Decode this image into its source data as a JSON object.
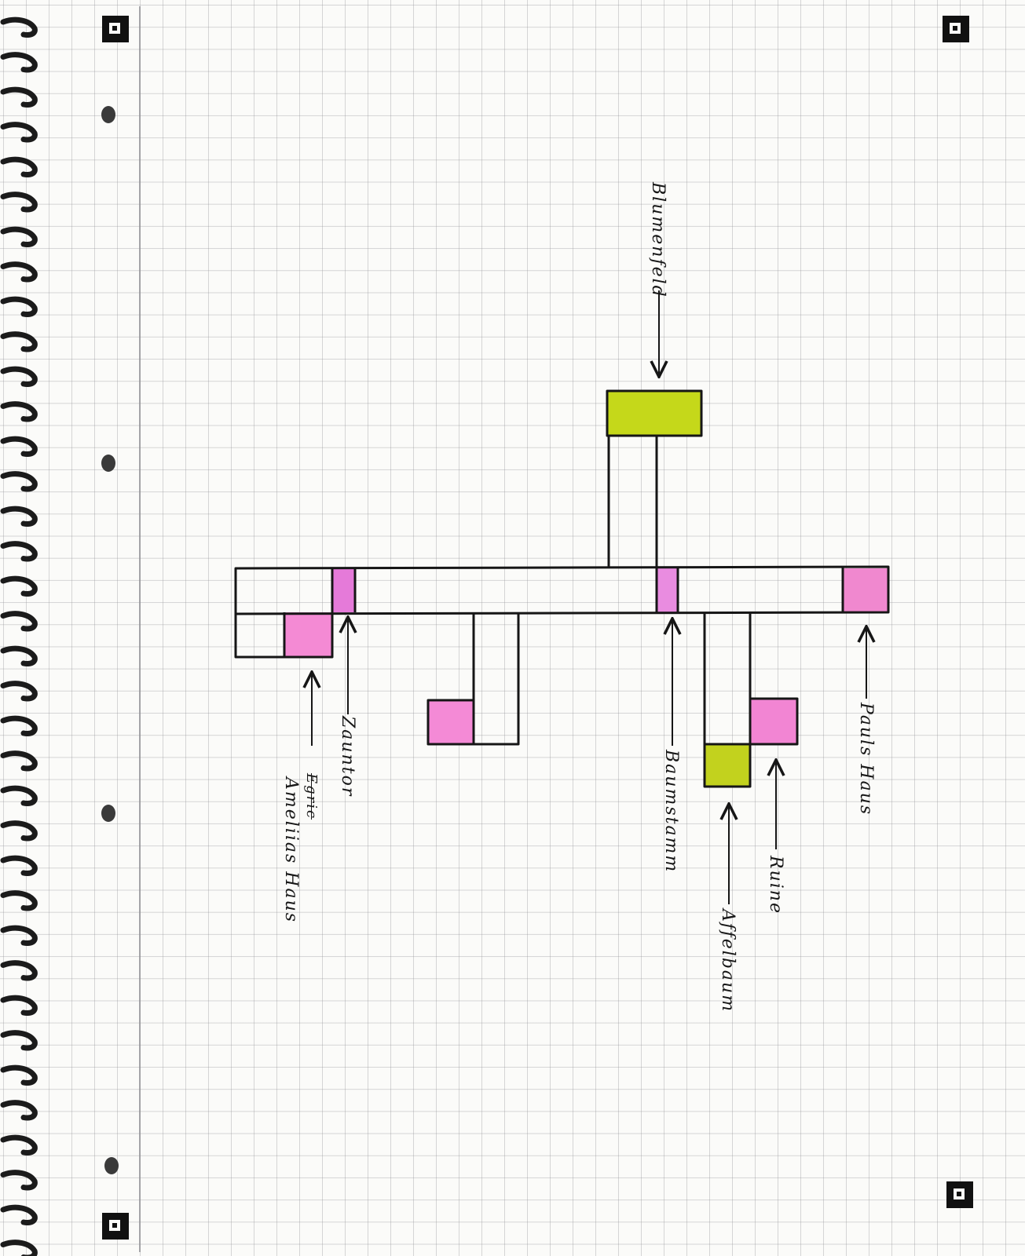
{
  "labels": {
    "blumenfeld": "Blumenfeld",
    "zauntor": "Zauntor",
    "baumstamm": "Baumstamm",
    "pauls_haus": "Pauls Haus",
    "ruine": "Ruine",
    "affelbaum": "Affelbaum",
    "ameliias_haus": "Ameliias Haus",
    "crossed_word": "Egric"
  },
  "colors": {
    "green": "#c5d81a",
    "pink": "#f28ad6",
    "ink": "#161616",
    "grid": "#9a9aa0",
    "paper": "#fbfbf9"
  },
  "icons": [
    "spiral-binding-icon",
    "corner-marker-icon",
    "punch-hole-icon",
    "arrow-icon"
  ]
}
